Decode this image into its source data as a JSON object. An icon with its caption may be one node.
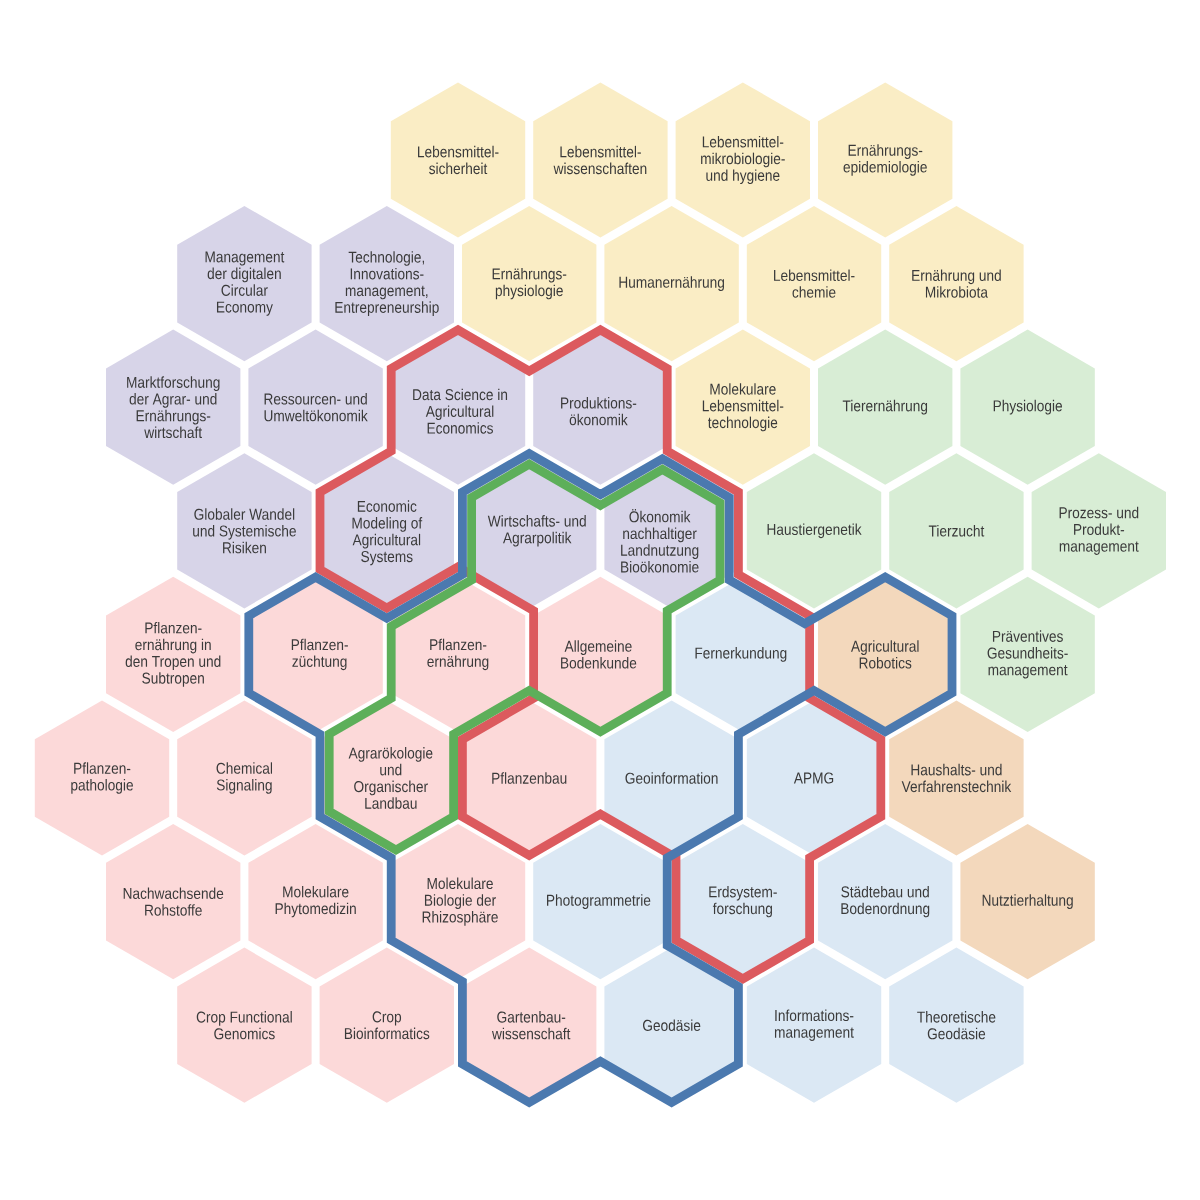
{
  "diagram": {
    "nodes": [
      {
        "text": [
          "Lebensmittel- sicherheit"
        ]
      },
      {
        "text": [
          "Lebensmittel- wissenschaften"
        ]
      },
      {
        "text": [
          "Lebensmittel- mikrobiologie- und hygiene"
        ]
      },
      {
        "text": [
          "Ernährungs- epidemiologie"
        ]
      },
      {
        "text": [
          "Management der digitalen Circular Economy"
        ]
      },
      {
        "text": [
          "Technologie, Innovations- management, Entrepreneurship"
        ]
      },
      {
        "text": [
          "Ernährungs- physiologie"
        ]
      },
      {
        "text": [
          "Humanernährung"
        ]
      },
      {
        "text": [
          "Lebensmittel- chemie"
        ]
      },
      {
        "text": [
          "Ernährung und Mikrobiota"
        ]
      },
      {
        "text": [
          "Marktforschung der Agrar- und Ernährungs- wirtschaft"
        ]
      },
      {
        "text": [
          "Ressourcen- und Umweltökonomik"
        ]
      },
      {
        "text": [
          "Data Science in Agricultural Economics"
        ]
      },
      {
        "text": [
          "Produktions- ökonomik"
        ]
      },
      {
        "text": [
          "Molekulare Lebensmittel- technologie"
        ]
      },
      {
        "text": [
          "Tierernährung"
        ]
      },
      {
        "text": [
          "Physiologie"
        ]
      },
      {
        "text": [
          "Globaler Wandel und Systemische Risiken"
        ]
      },
      {
        "text": [
          "Economic Modeling of Agricultural Systems"
        ]
      },
      {
        "text": [
          "Wirtschafts- und Agrarpolitik"
        ]
      },
      {
        "text": [
          "Ökonomik nachhaltiger Landnutzung Bioökonomie"
        ]
      },
      {
        "text": [
          "Haustiergenetik"
        ]
      },
      {
        "text": [
          "Tierzucht"
        ]
      },
      {
        "text": [
          "Prozess- und Produkt- management"
        ]
      },
      {
        "text": [
          "Pflanzen- ernährung in den Tropen und Subtropen"
        ]
      },
      {
        "text": [
          "Pflanzen- züchtung"
        ]
      },
      {
        "text": [
          "Pflanzen- ernährung"
        ]
      },
      {
        "text": [
          "Allgemeine Bodenkunde"
        ]
      },
      {
        "text": [
          "Fernerkundung"
        ]
      },
      {
        "text": [
          "Agricultural Robotics"
        ]
      },
      {
        "text": [
          "Präventives Gesundheits- management"
        ]
      },
      {
        "text": [
          "Pflanzen- pathologie"
        ]
      },
      {
        "text": [
          "Chemical Signaling"
        ]
      },
      {
        "text": [
          "Agrarökologie und Organischer Landbau"
        ]
      },
      {
        "text": [
          "Pflanzenbau"
        ]
      },
      {
        "text": [
          "Geoinformation"
        ]
      },
      {
        "text": [
          "APMG"
        ]
      },
      {
        "text": [
          "Haushalts- und Verfahrenstechnik"
        ]
      },
      {
        "text": [
          "Nachwachsende Rohstoffe"
        ]
      },
      {
        "text": [
          "Molekulare Phytomedizin"
        ]
      },
      {
        "text": [
          "Molekulare Biologie der Rhizosphäre"
        ]
      },
      {
        "text": [
          "Photogrammetrie"
        ]
      },
      {
        "text": [
          "Erdsystem- forschung"
        ]
      },
      {
        "text": [
          "Städtebau und Bodenordnung"
        ]
      },
      {
        "text": [
          "Nutztierhaltung"
        ]
      },
      {
        "text": [
          "Crop Functional Genomics"
        ]
      },
      {
        "text": [
          "Crop Bioinformatics"
        ]
      },
      {
        "text": [
          "Gartenbau- wissenschaft"
        ]
      },
      {
        "text": [
          "Geodäsie"
        ]
      },
      {
        "text": [
          "Informations- management"
        ]
      },
      {
        "text": [
          "Theoretische Geodäsie"
        ]
      }
    ]
  }
}
